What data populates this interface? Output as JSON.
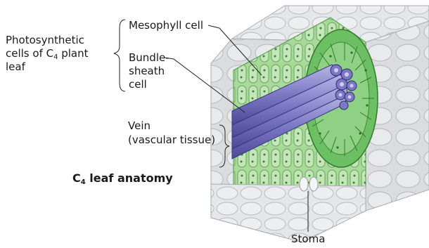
{
  "labels": {
    "photosynthetic_line1": "Photosynthetic",
    "photosynthetic_line2_pre": "cells of C",
    "photosynthetic_line2_sub": "4",
    "photosynthetic_line2_post": " plant",
    "photosynthetic_line3": "leaf",
    "mesophyll": "Mesophyll cell",
    "bundle_line1": "Bundle-",
    "bundle_line2": "sheath",
    "bundle_line3": "cell",
    "vein_line1": "Vein",
    "vein_line2": "(vascular tissue)",
    "stoma": "Stoma"
  },
  "title": {
    "pre": "C",
    "sub": "4",
    "post": " leaf anatomy"
  },
  "colors": {
    "mesophyll_green": "#8fcc7e",
    "bundle_sheath_green": "#5fb85a",
    "vein_purple": "#7b78c4",
    "epidermis_gray": "#e2e4e6"
  }
}
